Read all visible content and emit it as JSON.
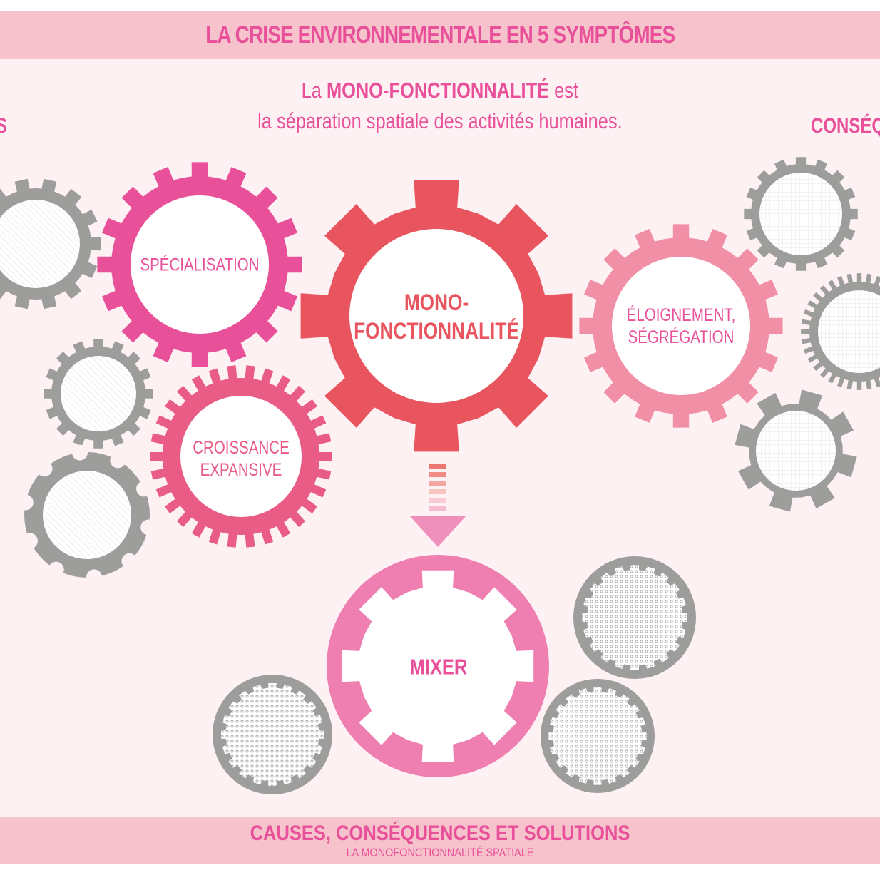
{
  "header": {
    "title": "LA CRISE ENVIRONNEMENTALE EN 5 SYMPTÔMES"
  },
  "intro": {
    "prefix": "La",
    "highlight": "MONO-FONCTIONNALITÉ",
    "suffix": "est",
    "line2": "la séparation spatiale des activités humaines."
  },
  "side_labels": {
    "left": "CAUSES",
    "left_visible": "S",
    "right": "CONSÉQ"
  },
  "gears": {
    "specialisation": {
      "label": "SPÉCIALISATION",
      "color": "#e8519a"
    },
    "croissance": {
      "line1": "CROISSANCE",
      "line2": "EXPANSIVE",
      "color": "#e95c86"
    },
    "mono": {
      "line1": "MONO-",
      "line2": "FONCTIONNALITÉ",
      "color": "#e9555f"
    },
    "eloignement": {
      "line1": "ÉLOIGNEMENT,",
      "line2": "SÉGRÉGATION",
      "color": "#f08fa5"
    },
    "mixer": {
      "label": "MIXER",
      "color": "#ee7fb0"
    }
  },
  "colors": {
    "gray": "#9d9d9c",
    "banner": "#f6c2cb",
    "text": "#e8509a",
    "background": "#fdf1f3"
  },
  "footer": {
    "title": "CAUSES, CONSÉQUENCES ET SOLUTIONS",
    "subtitle": "LA MONOFONCTIONNALITÉ SPATIALE"
  }
}
